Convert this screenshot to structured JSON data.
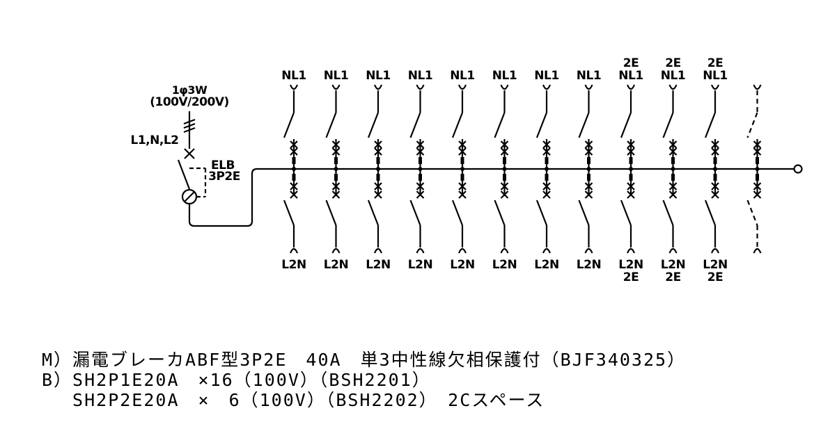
{
  "source": {
    "phase": "1φ3W",
    "voltage": "(100V/200V)",
    "lines": "L1,N,L2"
  },
  "main_breaker": {
    "type": "ELB",
    "poles": "3P2E"
  },
  "branches": [
    {
      "top": [
        "NL1"
      ],
      "bottom": [
        "L2N"
      ],
      "spare": false
    },
    {
      "top": [
        "NL1"
      ],
      "bottom": [
        "L2N"
      ],
      "spare": false
    },
    {
      "top": [
        "NL1"
      ],
      "bottom": [
        "L2N"
      ],
      "spare": false
    },
    {
      "top": [
        "NL1"
      ],
      "bottom": [
        "L2N"
      ],
      "spare": false
    },
    {
      "top": [
        "NL1"
      ],
      "bottom": [
        "L2N"
      ],
      "spare": false
    },
    {
      "top": [
        "NL1"
      ],
      "bottom": [
        "L2N"
      ],
      "spare": false
    },
    {
      "top": [
        "NL1"
      ],
      "bottom": [
        "L2N"
      ],
      "spare": false
    },
    {
      "top": [
        "NL1"
      ],
      "bottom": [
        "L2N"
      ],
      "spare": false
    },
    {
      "top": [
        "2E",
        "NL1"
      ],
      "bottom": [
        "L2N",
        "2E"
      ],
      "spare": false
    },
    {
      "top": [
        "2E",
        "NL1"
      ],
      "bottom": [
        "L2N",
        "2E"
      ],
      "spare": false
    },
    {
      "top": [
        "2E",
        "NL1"
      ],
      "bottom": [
        "L2N",
        "2E"
      ],
      "spare": false
    },
    {
      "top": [],
      "bottom": [],
      "spare": true
    }
  ],
  "notes": [
    "M）漏電ブレーカABF型3P2E　40A　単3中性線欠相保護付（BJF340325）",
    "B）SH2P1E20A　×16（100V）（BSH2201）",
    "　 SH2P2E20A　×　6（100V）（BSH2202）　2Cスペース"
  ]
}
